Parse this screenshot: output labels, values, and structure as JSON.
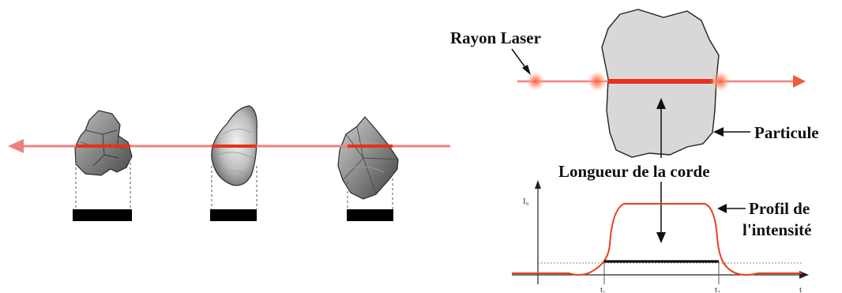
{
  "labels": {
    "laser_beam": "Rayon Laser",
    "particle": "Particule",
    "chord_length": "Longueur de la corde",
    "intensity_profile_line1": "Profil de",
    "intensity_profile_line2": "l'intensité"
  },
  "graph_axis_labels": {
    "y": "I₀",
    "t_start": "t₁",
    "t_end": "t₂",
    "t_axis": "t"
  },
  "colors": {
    "laser": "#f08080",
    "laser_dark": "#e83a1a",
    "chord": "#e8301a",
    "particle_fill": "#d8d8d8",
    "particle_stroke": "#222222",
    "bar": "#000000"
  }
}
